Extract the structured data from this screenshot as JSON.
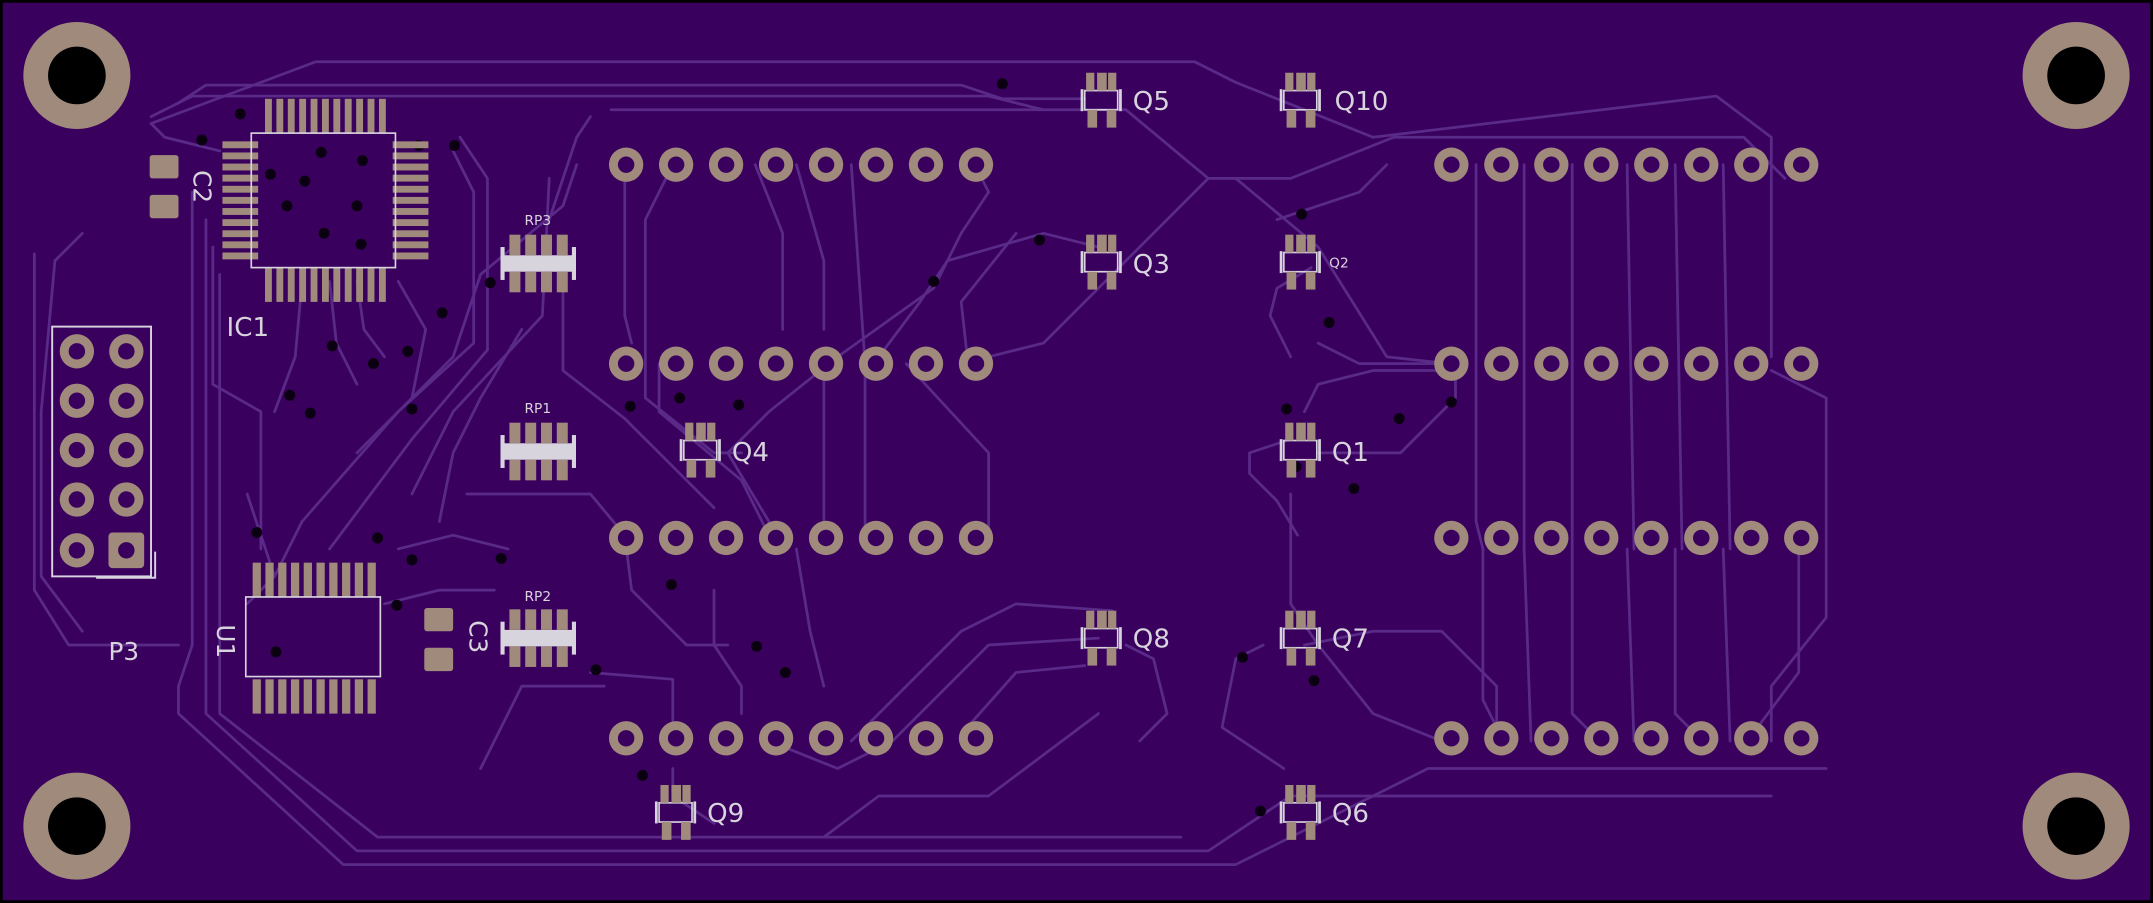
{
  "colors": {
    "board": "#3a005e",
    "trace": "#5a2a88",
    "pad": "#a08a7c",
    "silkscreen": "#d8d4de",
    "via": "#0b0012",
    "hole": "#000000"
  },
  "components": {
    "ic1": "IC1",
    "u1": "U1",
    "p3": "P3",
    "c2": "C2",
    "c3": "C3",
    "rp1": "RP1",
    "rp2": "RP2",
    "rp3": "RP3",
    "q1": "Q1",
    "q2": "Q2",
    "q3": "Q3",
    "q4": "Q4",
    "q5": "Q5",
    "q6": "Q6",
    "q7": "Q7",
    "q8": "Q8",
    "q9": "Q9",
    "q10": "Q10"
  }
}
